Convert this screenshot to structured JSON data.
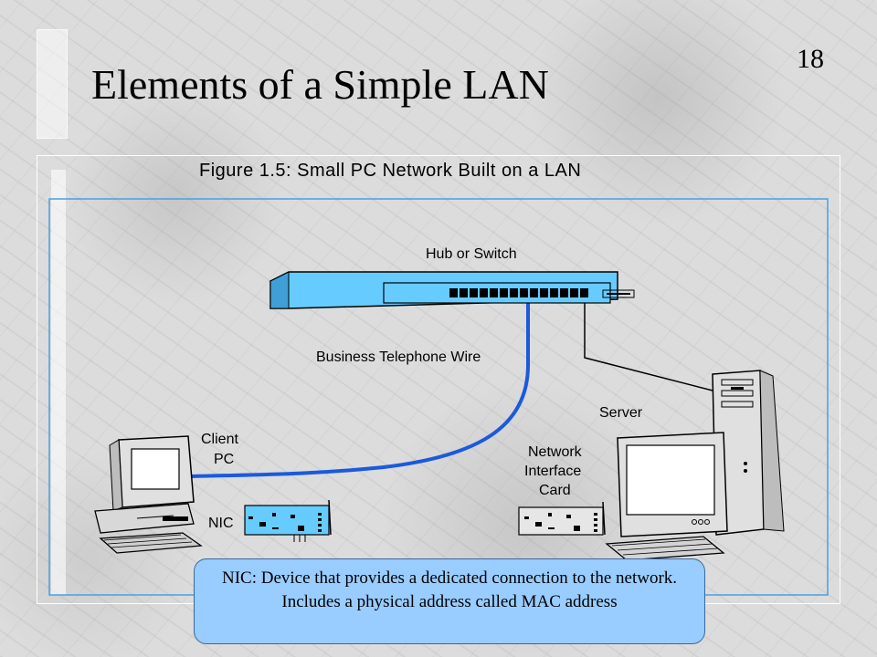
{
  "slide": {
    "title": "Elements of a Simple LAN",
    "number": "18"
  },
  "figure": {
    "caption": "Figure 1.5: Small PC Network Built on a LAN",
    "labels": {
      "hub": "Hub or Switch",
      "wire": "Business Telephone Wire",
      "client_line1": "Client",
      "client_line2": "PC",
      "nic": "NIC",
      "server": "Server",
      "card_line1": "Network",
      "card_line2": "Interface",
      "card_line3": "Card"
    }
  },
  "callout": {
    "text": "NIC: Device that provides a dedicated connection to the network. Includes a physical address called MAC address"
  },
  "colors": {
    "device_blue": "#66ccff",
    "callout_fill": "#99ccff",
    "cable_blue": "#1a5adc"
  }
}
